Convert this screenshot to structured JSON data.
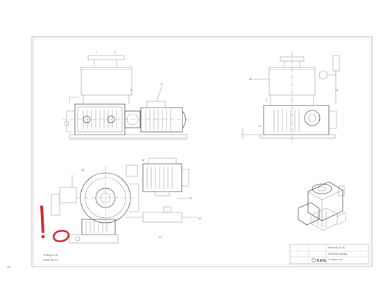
{
  "drawing": {
    "labels": {
      "l_top_a": "1",
      "l_top_b": "2",
      "l_top_c": "3",
      "l_motor": "70",
      "l_r1": "10",
      "l_r2": "12",
      "l_r3": "9",
      "l_r4": "41",
      "l_b1": "18",
      "l_b2": "67",
      "l_b3": "28",
      "l_b4": "40",
      "l_b5": "51"
    },
    "bottom_left_note": [
      "Vorlage 2.0",
      "2006-08-21"
    ],
    "page_marker": "1/1",
    "title_block": {
      "brand": "KAHL",
      "lines": [
        "Pellet mill 38-780",
        "Dimension drawing",
        "Complete unit"
      ]
    },
    "annotation": {
      "mark": "!",
      "color": "#d9232e"
    }
  }
}
